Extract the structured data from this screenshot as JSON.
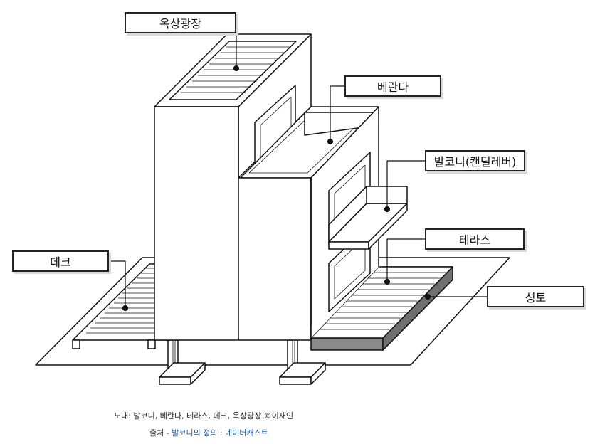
{
  "labels": {
    "rooftop": "옥상광장",
    "veranda": "베란다",
    "balcony": "발코니(캔틸레버)",
    "terrace": "테라스",
    "deck": "데크",
    "soil": "성토"
  },
  "caption": {
    "text": "노대: 발코니, 베란다, 테라스, 데크, 옥상광장 ©이재인",
    "source_prefix": "출처 - ",
    "source_link": "발코니의 정의 : 네이버캐스트"
  },
  "colors": {
    "line": "#111111",
    "soil_fill": "#8a8a8a",
    "soil_top": "#b5b5b5",
    "link": "#1a5aa0"
  }
}
